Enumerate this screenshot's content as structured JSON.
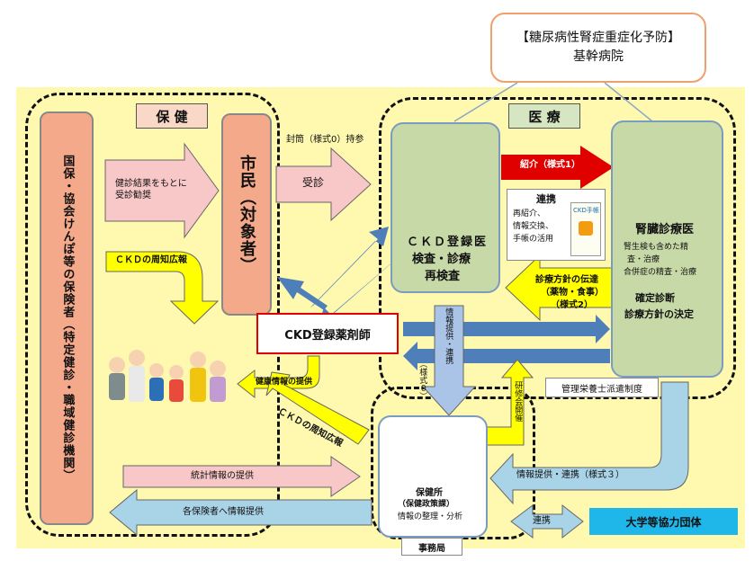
{
  "top_box": {
    "line1": "【糖尿病性腎症重症化予防】",
    "line2": "基幹病院"
  },
  "hoken": {
    "header": "保 健",
    "insurer": "国保・協会けんぽ等の保険者（特定健診・職域健診機関）"
  },
  "iryo": {
    "header": "医 療"
  },
  "citizen": {
    "label": "市民（対象者）"
  },
  "arrows": {
    "kenshin": "健診結果をもとに受診勧奨",
    "ckd_koho_1": "ＣＫＤの周知広報",
    "envelope": "封筒（様式0）持参",
    "jushin": "受診",
    "shokai": "紹介（様式1）",
    "shinryo_line1": "診療方針の伝達",
    "shinryo_line2": "（薬物・食事）",
    "shinryo_line3": "（様式2）",
    "joho_teikyo_renkei": "情報提供・連携",
    "yoshiki0": "（様式０）",
    "kenko_joho": "健康情報の提供",
    "ckd_koho_2": "ＣＫＤの周知広報",
    "kenshukai": "研修会開催",
    "tokei": "統計情報の提供",
    "kaku_hokensha": "各保険者へ情報提供",
    "joho_teikyo_3": "情報提供・連携（様式３）",
    "renkei_univ": "連携"
  },
  "renkei_box": {
    "title": "連携",
    "line1": "再紹介、",
    "line2": "情報交換、",
    "line3": "手帳の活用"
  },
  "ckd_doctor": {
    "line1": "ＣＫＤ登録医",
    "line2": "検査・診療",
    "line3": "再検査"
  },
  "kidney_doctor": {
    "title": "腎臓診療医",
    "line1": "腎生検も含めた精",
    "line2": "査・治療",
    "line3": "合併症の精査・治療",
    "line4": "確定診断",
    "line5": "診療方針の決定"
  },
  "pharmacist": {
    "label": "CKD登録薬剤師"
  },
  "nutritionist": {
    "label": "管理栄養士派遣制度"
  },
  "health_center": {
    "line1": "保健所",
    "line2": "（保健政策課）",
    "line3": "情報の整理・分析"
  },
  "office": {
    "label": "事務局"
  },
  "university": {
    "label": "大学等協力団体"
  },
  "handbook": {
    "title": "CKD手帳"
  },
  "colors": {
    "yellow_bg": "#fff9b0",
    "pink": "#f8c7c7",
    "green": "#c8d9a8",
    "blue_arrow": "#4f7fb8",
    "light_blue": "#a9d3e6",
    "salmon": "#f4a98a",
    "red": "#e00000",
    "arrow_yellow": "#ffff00",
    "cyan": "#1fb6ea"
  }
}
